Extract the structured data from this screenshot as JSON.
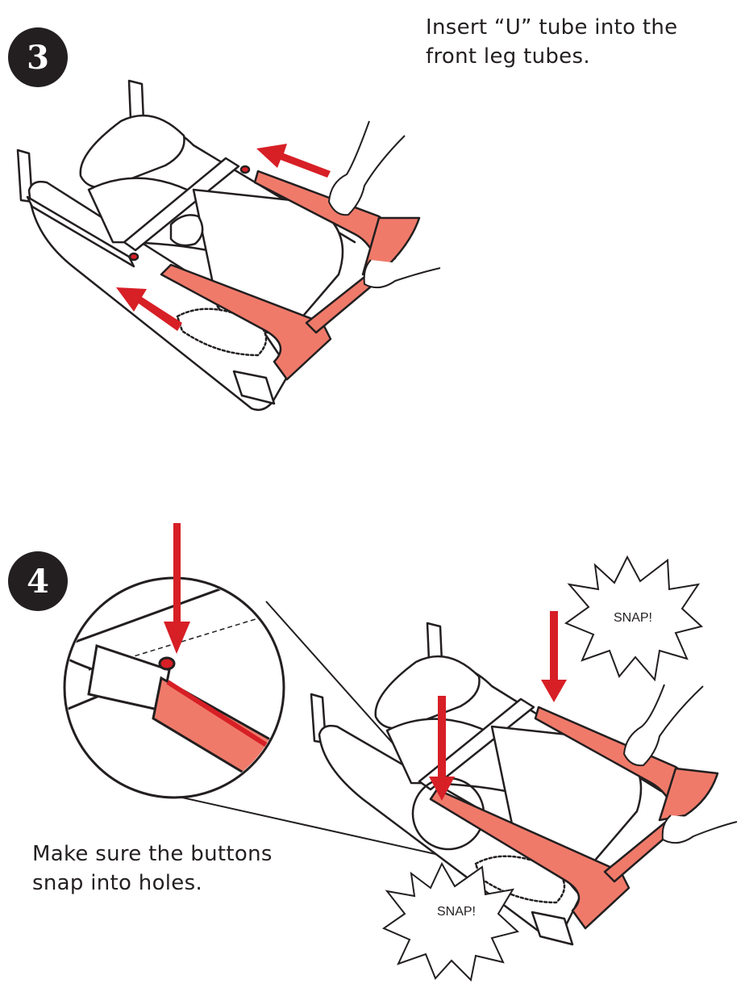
{
  "step3": {
    "number": "3",
    "instruction": "Insert “U” tube into the front leg tubes."
  },
  "step4": {
    "number": "4",
    "instruction": "Make sure the buttons snap into holes.",
    "snap_label_top": "SNAP!",
    "snap_label_bottom": "SNAP!"
  },
  "colors": {
    "highlight_red": "#d71f26",
    "tube_fill": "#f07a6a",
    "line_black": "#231f20"
  }
}
